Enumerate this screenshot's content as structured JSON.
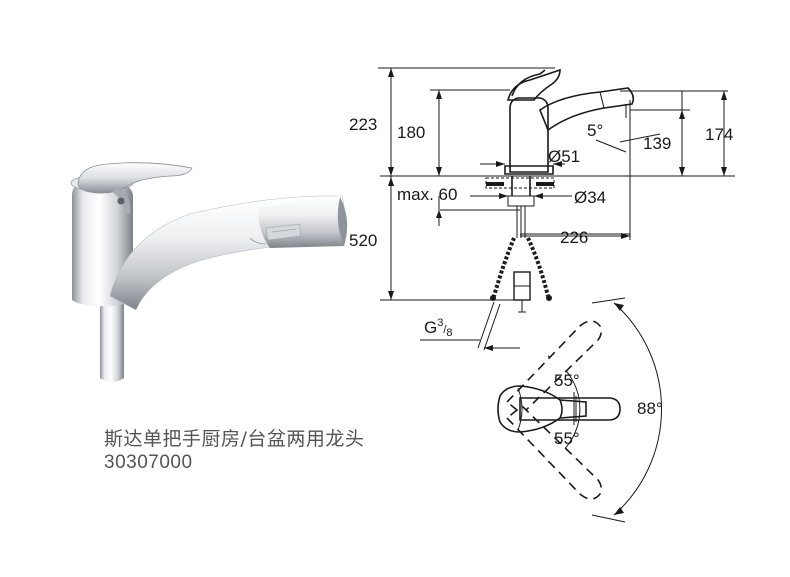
{
  "product": {
    "name": "斯达单把手厨房/台盆两用龙头",
    "code": "30307000"
  },
  "dimensions": {
    "total_height": "223",
    "spout_height": "180",
    "lower_length": "520",
    "max_thickness": "max. 60",
    "base_diameter": "Ø51",
    "hole_diameter": "Ø34",
    "reach": "226",
    "spout_tip_height": "139",
    "total_outlet_height": "174",
    "spout_angle": "5°",
    "thread_main": "G",
    "thread_num": "3",
    "thread_den": "8",
    "lever_swing_upper": "55°",
    "lever_swing_lower": "55°",
    "spout_swivel": "88°"
  },
  "colors": {
    "chrome_light": "#f4f5f7",
    "chrome_mid": "#c9ccd1",
    "chrome_dark": "#6d7178",
    "ink": "#1a1a1a",
    "caption": "#555555"
  }
}
